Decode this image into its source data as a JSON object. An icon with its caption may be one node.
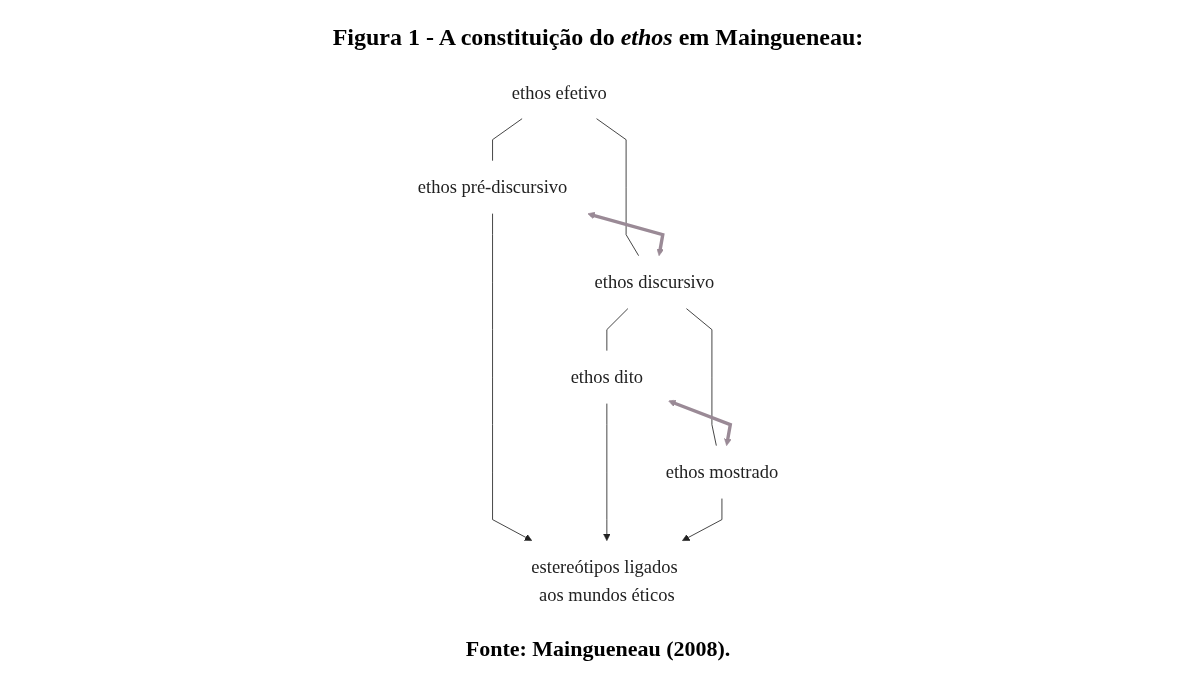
{
  "diagram": {
    "title": "Figura 1 - A constituição do *ethos* em Maingueneau:",
    "caption": "Fonte: Maingueneau (2008).",
    "nodes": [
      {
        "text": [
          "ethos efetivo"
        ]
      },
      {
        "text": [
          "ethos pré-discursivo"
        ]
      },
      {
        "text": [
          "ethos discursivo"
        ]
      },
      {
        "text": [
          "ethos dito"
        ]
      },
      {
        "text": [
          "ethos mostrado"
        ]
      },
      {
        "text": [
          "estereótipos ligados aos mundos éticos"
        ]
      }
    ],
    "edges": [
      {
        "from": 0,
        "to": 1,
        "arrow": "none"
      },
      {
        "from": 0,
        "to": 2,
        "arrow": "none"
      },
      {
        "from": 1,
        "to": 2,
        "arrow": "both",
        "style": "thick",
        "color": "#9a8a96"
      },
      {
        "from": 2,
        "to": 3,
        "arrow": "none"
      },
      {
        "from": 2,
        "to": 4,
        "arrow": "none"
      },
      {
        "from": 3,
        "to": 4,
        "arrow": "both",
        "style": "thick",
        "color": "#9a8a96"
      },
      {
        "from": 1,
        "to": 5,
        "arrow": "to"
      },
      {
        "from": 3,
        "to": 5,
        "arrow": "to"
      },
      {
        "from": 4,
        "to": 5,
        "arrow": "to"
      }
    ]
  }
}
